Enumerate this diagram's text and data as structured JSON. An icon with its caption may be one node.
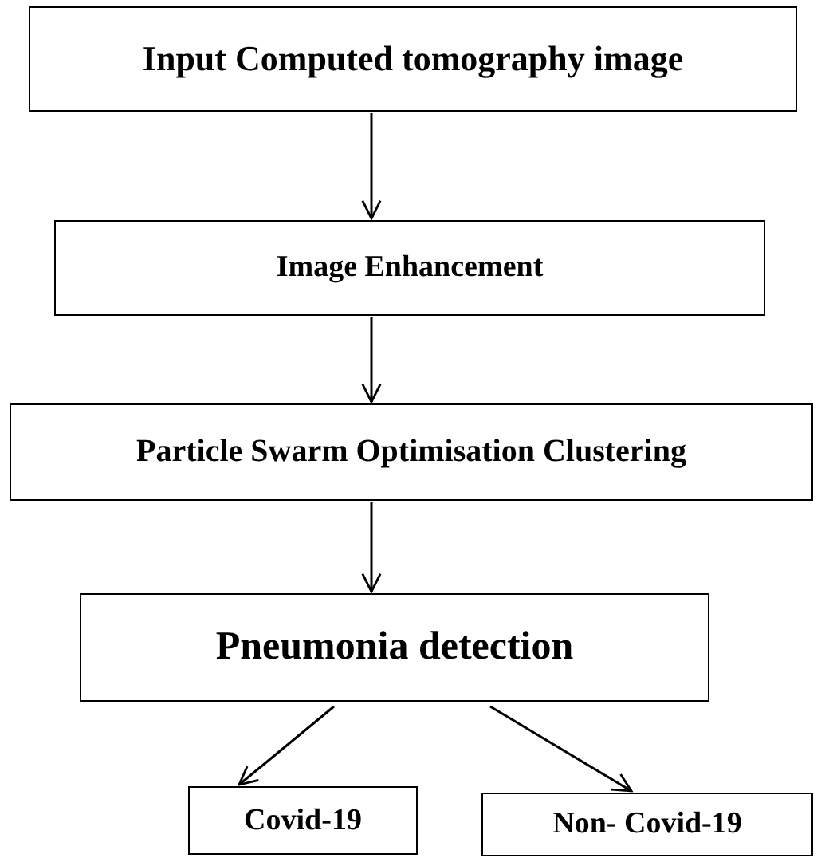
{
  "diagram": {
    "nodes": [
      {
        "text": [
          "Input Computed tomography image"
        ]
      },
      {
        "text": [
          "Image Enhancement"
        ]
      },
      {
        "text": [
          "Particle Swarm Optimisation Clustering"
        ]
      },
      {
        "text": [
          "Pneumonia detection"
        ]
      },
      {
        "text": [
          "Covid-19"
        ]
      },
      {
        "text": [
          "Non- Covid-19"
        ]
      }
    ],
    "edges": [
      {
        "from": 0,
        "to": 1,
        "arrow": "to"
      },
      {
        "from": 1,
        "to": 2,
        "arrow": "to"
      },
      {
        "from": 2,
        "to": 3,
        "arrow": "to"
      },
      {
        "from": 3,
        "to": 4,
        "arrow": "to"
      },
      {
        "from": 3,
        "to": 5,
        "arrow": "to"
      }
    ]
  }
}
